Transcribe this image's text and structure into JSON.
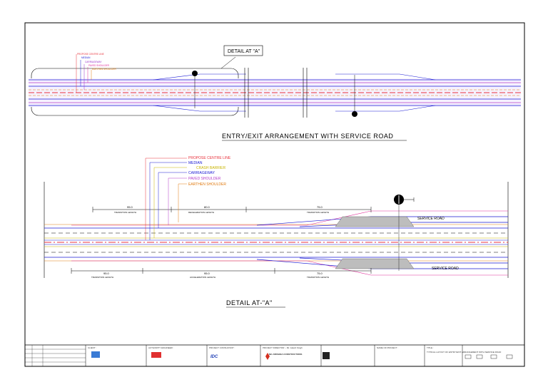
{
  "top_plan": {
    "title": "ENTRY/EXIT ARRANGEMENT WITH SERVICE ROAD",
    "detail_callout": "DETAIL AT \"A\"",
    "legend": [
      {
        "text": "PROPOSE CENTRE LINE",
        "color": "#e8323c"
      },
      {
        "text": "MEDIAN",
        "color": "#1a1ad4"
      },
      {
        "text": "CARRIAGEWAY",
        "color": "#9b30c8"
      },
      {
        "text": "PAVED SHOULDER",
        "color": "#e0309a"
      },
      {
        "text": "EARTHEN SHOULDER",
        "color": "#e07a10"
      }
    ]
  },
  "detail": {
    "title": "DETAIL AT-\"A\"",
    "legend": [
      {
        "text": "PROPOSE CENTRE LINE",
        "color": "#e8323c"
      },
      {
        "text": "MEDIAN",
        "color": "#1a1ad4"
      },
      {
        "text": "CRASH BARRIER",
        "color": "#c8b400"
      },
      {
        "text": "CARRIAGEWAY",
        "color": "#1a1ad4"
      },
      {
        "text": "PAVED SHOULDER",
        "color": "#b43cc8"
      },
      {
        "text": "EARTHEN SHOULDER",
        "color": "#e07a10"
      }
    ],
    "dims_top": [
      {
        "value": "95.0",
        "label": "TRANSITION LENGTH"
      },
      {
        "value": "80.0",
        "label": "DECELERATION LENGTH"
      },
      {
        "value": "75.0",
        "label": "TRANSITION LENGTH"
      }
    ],
    "dims_bottom": [
      {
        "value": "95.0",
        "label": "TRANSITION LENGTH"
      },
      {
        "value": "95.0",
        "label": "ACCELERATION LENGTH"
      },
      {
        "value": "75.0",
        "label": "TRANSITION LENGTH"
      }
    ],
    "service_road_top": "SERVICE ROAD",
    "service_road_bottom": "SERVICE ROAD"
  },
  "title_block": {
    "client_head": "CLIENT :",
    "authority_head": "AUTHORITY ENGINEER :",
    "consultant_head": "PROJECT CONSULTANT :",
    "director_head": "PROJECT DIRECTOR :- Mr. Adesh Singh",
    "contractor_name": "M/s KRISHNA CONSTRUCTIONS",
    "project_head": "NAME OF PROJECT :",
    "title_head": "TITLE :",
    "title_text": "TYPICAL LAYOUT OF ENTRY/EXIT ARRANGEMENT WITH SERVICE ROAD"
  }
}
